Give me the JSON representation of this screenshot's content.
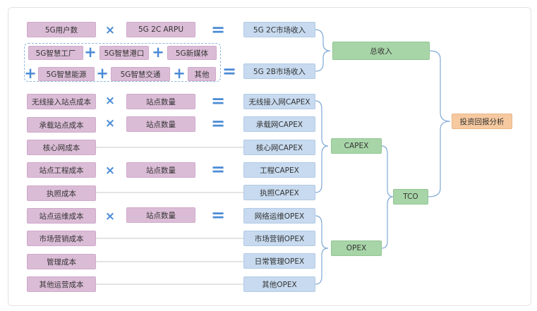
{
  "rows": {
    "r1": {
      "a": "5G用户数",
      "b": "5G 2C ARPU",
      "result": "5G 2C市场收入"
    },
    "r2": {
      "a": "5G智慧工厂",
      "b": "5G智慧港口",
      "c": "5G新媒体"
    },
    "r3": {
      "a": "5G智慧能源",
      "b": "5G智慧交通",
      "c": "其他",
      "result": "5G 2B市场收入"
    },
    "r4": {
      "a": "无线接入站点成本",
      "b": "站点数量",
      "result": "无线接入网CAPEX"
    },
    "r5": {
      "a": "承载站点成本",
      "b": "站点数量",
      "result": "承载网CAPEX"
    },
    "r6": {
      "a": "核心网成本",
      "result": "核心网CAPEX"
    },
    "r7": {
      "a": "站点工程成本",
      "b": "站点数量",
      "result": "工程CAPEX"
    },
    "r8": {
      "a": "执照成本",
      "result": "执照CAPEX"
    },
    "r9": {
      "a": "站点运维成本",
      "b": "站点数量",
      "result": "网络运维OPEX"
    },
    "r10": {
      "a": "市场营销成本",
      "result": "市场营销OPEX"
    },
    "r11": {
      "a": "管理成本",
      "result": "日常管理OPEX"
    },
    "r12": {
      "a": "其他运营成本",
      "result": "其他OPEX"
    }
  },
  "mid": {
    "revenue": "总收入",
    "capex": "CAPEX",
    "opex": "OPEX",
    "tco": "TCO"
  },
  "final": "投资回报分析",
  "ops": {
    "times": "×",
    "plus": "+",
    "equals": "="
  },
  "colors": {
    "input": "#dbbcd6",
    "result": "#c7daef",
    "aggregate": "#a8d5a8",
    "final": "#f6c9a0",
    "operator": "#4a8bd6"
  }
}
